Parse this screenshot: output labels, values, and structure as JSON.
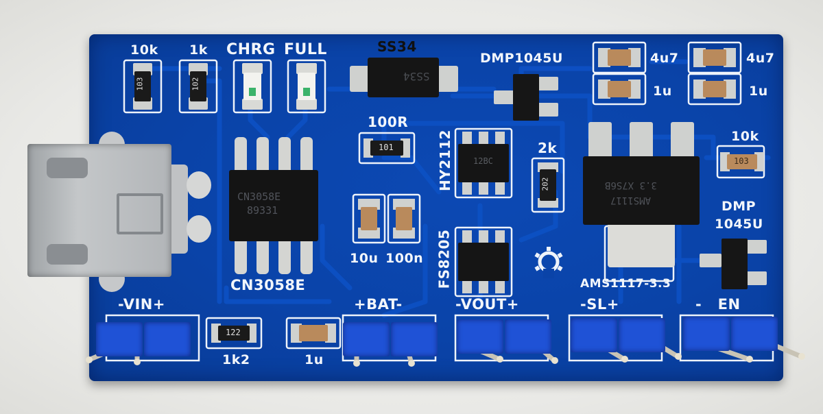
{
  "board": {
    "silkscreen": {
      "r_10k_top": "10k",
      "r_1k": "1k",
      "led_chrg": "CHRG",
      "led_full": "FULL",
      "diode": "SS34",
      "mosfet_top": "DMP1045U",
      "cap_4u7_a": "4u7",
      "cap_1u_a": "1u",
      "cap_4u7_b": "4u7",
      "cap_1u_b": "1u",
      "r_100r": "100R",
      "r_2k": "2k",
      "r_10k_right": "10k",
      "hy2112": "HY2112",
      "fs8205": "FS8205",
      "mosfet_right_line1": "DMP",
      "mosfet_right_line2": "1045U",
      "ams1117": "AMS1117-3.3",
      "cn3058e": "CN3058E",
      "cap_10u": "10u",
      "cap_100n": "100n",
      "r_1k2": "1k2",
      "cap_1u_bottom": "1u",
      "hdr_vin": "-VIN+",
      "hdr_bat": "+BAT-",
      "hdr_vout": "-VOUT+",
      "hdr_sl": "-SL+",
      "hdr_en": "-   EN"
    },
    "chip_markings": {
      "r103": "103",
      "r102": "102",
      "r101": "101",
      "r202": "202",
      "r122": "122",
      "r_10k_right_code": "103",
      "diode_code": "SS34",
      "cn3058e_line1": "CN3058E",
      "cn3058e_line2": "89331",
      "hy2112_code": "12BC",
      "ams_line1": "3.3  X7S6B",
      "ams_line2": "AMS1117"
    },
    "colors": {
      "pcb": "#0a43a8",
      "silkscreen": "#f2f6fb",
      "pad": "#c9cbc9",
      "header": "#1d4fd0",
      "usb": "#b9bcbf"
    }
  }
}
